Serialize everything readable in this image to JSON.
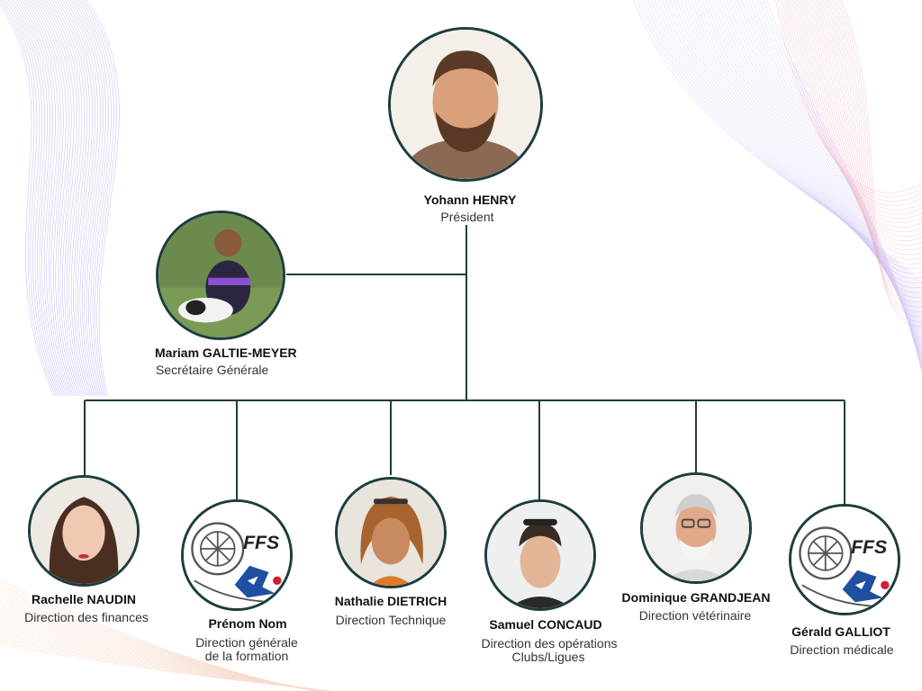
{
  "colors": {
    "line": "#1c3d3d",
    "border": "#1c3d3d",
    "decor_left": "#8f7fe6",
    "decor_right": "#e8a0b8"
  },
  "president": {
    "name": "Yohann HENRY",
    "role": "Président",
    "photo": "portrait-photo"
  },
  "secretary": {
    "name": "Mariam GALTIE-MEYER",
    "role": "Secrétaire Générale",
    "photo": "portrait-with-dog-photo"
  },
  "directors": [
    {
      "name": "Rachelle NAUDIN",
      "role": "Direction des finances",
      "role2": "",
      "photo": "portrait-photo"
    },
    {
      "name": "Prénom Nom",
      "role": "Direction générale",
      "role2": "de la formation",
      "photo": "ffs-logo"
    },
    {
      "name": "Nathalie DIETRICH",
      "role": "Direction Technique",
      "role2": "",
      "photo": "portrait-photo"
    },
    {
      "name": "Samuel CONCAUD",
      "role": "Direction des opérations",
      "role2": "Clubs/Ligues",
      "photo": "portrait-photo"
    },
    {
      "name": "Dominique GRANDJEAN",
      "role": "Direction vétérinaire",
      "role2": "",
      "photo": "portrait-photo"
    },
    {
      "name": "Gérald GALLIOT",
      "role": "Direction médicale",
      "role2": "",
      "photo": "ffs-logo"
    }
  ],
  "logo": {
    "text": "FFS"
  }
}
